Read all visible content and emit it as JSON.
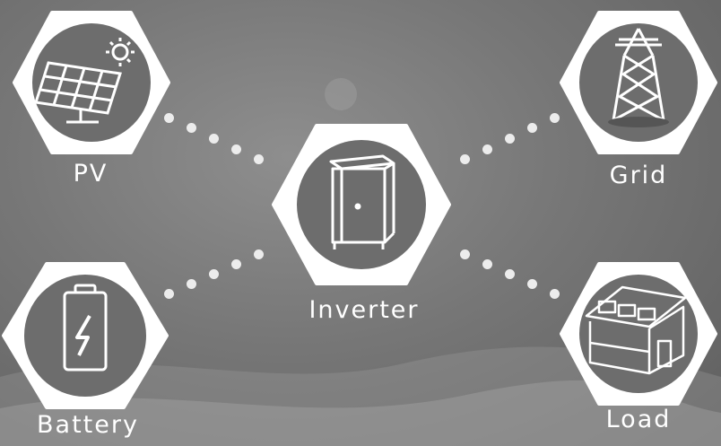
{
  "nodes": {
    "pv": {
      "label": "PV",
      "icon": "solar-panel-icon"
    },
    "grid": {
      "label": "Grid",
      "icon": "transmission-tower-icon"
    },
    "inverter": {
      "label": "Inverter",
      "icon": "inverter-cabinet-icon"
    },
    "battery": {
      "label": "Battery",
      "icon": "battery-charging-icon"
    },
    "load": {
      "label": "Load",
      "icon": "house-load-icon"
    }
  },
  "colors": {
    "hex_fill": "#ffffff",
    "circle_fill": "#6b6b6b",
    "icon_stroke": "#ffffff",
    "background": "#777777"
  }
}
